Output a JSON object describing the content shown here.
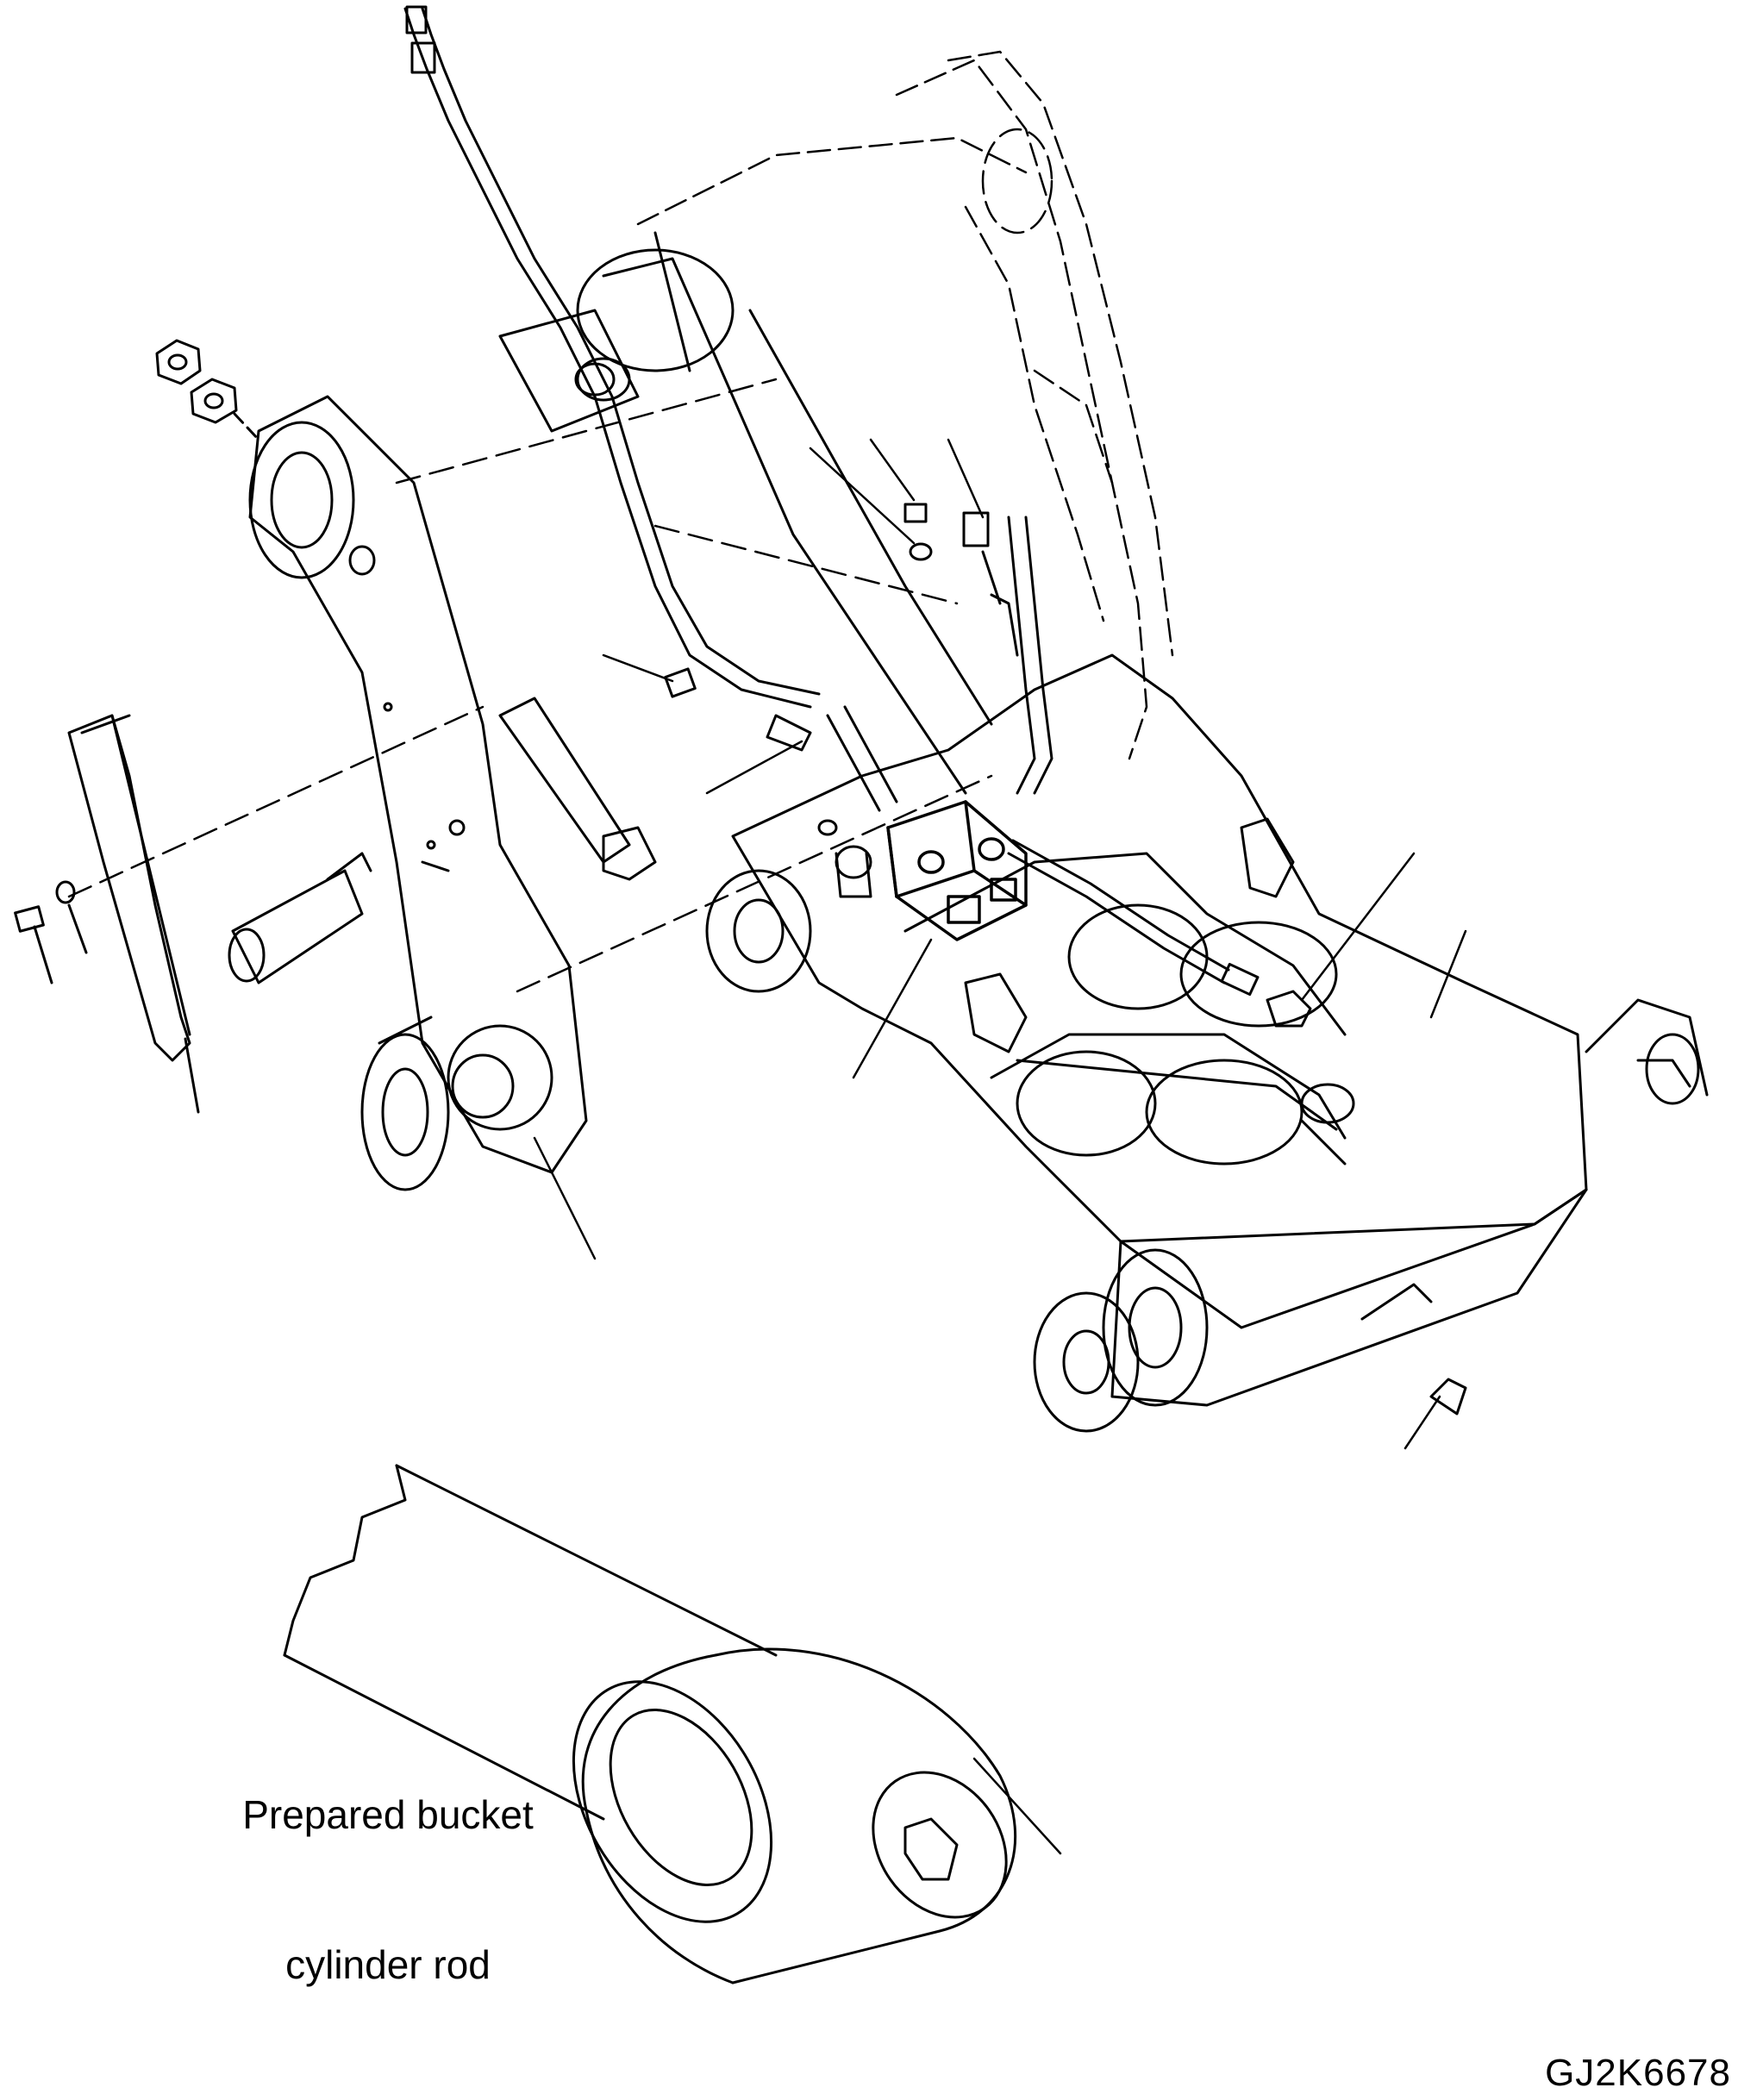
{
  "annotation": {
    "caption_line1": "Prepared bucket",
    "caption_line2": "cylinder rod"
  },
  "figure_code": "GJ2K6678",
  "colors": {
    "ink": "#000000",
    "paper": "#ffffff"
  }
}
